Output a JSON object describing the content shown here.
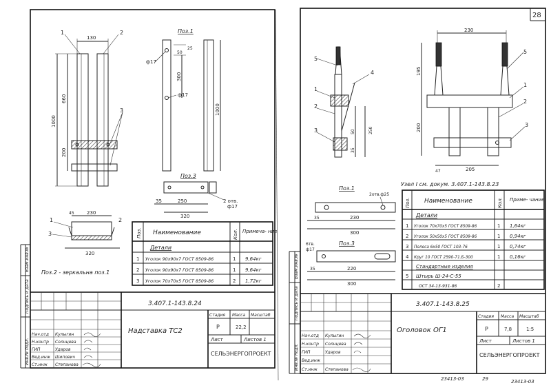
{
  "page_number": "28",
  "bottom_code_1": "23413-03",
  "bottom_code_2": "29",
  "bottom_code_3": "23413-03",
  "left_sheet": {
    "pos1_label": "Поз.1",
    "pos3_label": "Поз.3",
    "pos2_note": "Поз.2 - зеркальна поз.1",
    "callouts": [
      "1",
      "2",
      "3",
      "1",
      "2",
      "3"
    ],
    "dims": {
      "d130": "130",
      "d660": "660",
      "d1000": "1000",
      "d200": "200",
      "d300": "300",
      "d1000b": "1000",
      "d17a": "ф17",
      "d17b": "ф17",
      "d50": "50",
      "d25": "25",
      "d35": "35",
      "d250": "250",
      "d320": "320",
      "d2otv": "2 отв.",
      "d17c": "ф17",
      "d45": "45",
      "d230": "230",
      "d320b": "320"
    },
    "spec": {
      "headers": [
        "Поз.",
        "Наименование",
        "Кол.",
        "Примеча-\nние"
      ],
      "section": "Детали",
      "rows": [
        {
          "pos": "1",
          "name": "Уголок 90x90x7 ГОСТ 8509-86",
          "qty": "1",
          "note": "9,64кг"
        },
        {
          "pos": "2",
          "name": "Уголок 90x90x7 ГОСТ 8509-86",
          "qty": "1",
          "note": "9,64кг"
        },
        {
          "pos": "3",
          "name": "Уголок 70x70x5 ГОСТ 8509-86",
          "qty": "2",
          "note": "1,72кг"
        }
      ]
    },
    "title_block": {
      "doc_code": "3.407.1-143.8.24",
      "title": "Надставка ТС2",
      "stage_h": "Стадия",
      "mass_h": "Масса",
      "scale_h": "Масштаб",
      "stage": "Р",
      "mass": "22,2",
      "scale": "",
      "sheet": "Лист",
      "sheets": "Листов 1",
      "org": "СЕЛЬЭНЕРГОПРОЕКТ",
      "roles": [
        "Нач.отд",
        "Н.контр",
        "ГИП",
        "Вед.инж",
        "Ст.инж"
      ],
      "names": [
        "Кулыгин",
        "Солнцева",
        "Ударов",
        "Шипович",
        "Степанова"
      ]
    },
    "side_labels": [
      "Взам.инв.№",
      "Подпись и дата",
      "Инв.№ подл."
    ]
  },
  "right_sheet": {
    "uzel": "Узел I  см. докум. 3.407.1-143.8.23",
    "pos1_label": "Поз.1",
    "pos3_label": "Поз.3",
    "callouts": [
      "5",
      "1",
      "2",
      "3",
      "4",
      "1",
      "5",
      "2",
      "3"
    ],
    "dims": {
      "d230": "230",
      "d195": "195",
      "d250": "250",
      "d50": "50",
      "d35": "35",
      "d200": "200",
      "d17a": "47",
      "d205": "205",
      "d2otv": "2отв.ф25",
      "d35b": "35",
      "d230b": "230",
      "d300": "300",
      "d6otv": "6тв.",
      "d17b": "ф17",
      "d35c": "35",
      "d220": "220",
      "d300b": "300"
    },
    "spec": {
      "headers": [
        "Поз.",
        "Наименование",
        "Кол.",
        "Приме-\nчание"
      ],
      "section1": "Детали",
      "rows": [
        {
          "pos": "1",
          "name": "Уголок 70x70x5 ГОСТ 8509-86",
          "qty": "1",
          "note": "1,64кг"
        },
        {
          "pos": "2",
          "name": "Уголок 50x50x5 ГОСТ 8509-86",
          "qty": "1",
          "note": "0,94кг"
        },
        {
          "pos": "3",
          "name": "Полоса 6x50 ГОСТ 103-76",
          "qty": "1",
          "note": "0,74кг"
        },
        {
          "pos": "4",
          "name": "Круг 10 ГОСТ 2590-71.Б-300",
          "qty": "1",
          "note": "0,16кг"
        }
      ],
      "section2": "Стандартные изделия",
      "rows2": [
        {
          "pos": "5",
          "name": "Штырь Ш-24-С-55",
          "qty": "",
          "note": ""
        },
        {
          "pos": "",
          "name": "ОСТ 34-13-931-86",
          "qty": "2",
          "note": ""
        }
      ]
    },
    "title_block": {
      "doc_code": "3.407.1-143.8.25",
      "title": "Оголовок ОГ1",
      "stage_h": "Стадия",
      "mass_h": "Масса",
      "scale_h": "Масштаб",
      "stage": "Р",
      "mass": "7,8",
      "scale": "1:5",
      "sheet": "Лист",
      "sheets": "Листов 1",
      "org": "СЕЛЬЭНЕРГОПРОЕКТ",
      "roles": [
        "Нач.отд",
        "Н.контр",
        "ГИП",
        "Вед.инж",
        "Ст.инж"
      ],
      "names": [
        "Кулыгин",
        "Солнцева",
        "Ударов",
        "",
        "Степанова"
      ]
    },
    "side_labels": [
      "Взам.инв.№",
      "Подпись и дата",
      "Инв.№ подл."
    ]
  }
}
